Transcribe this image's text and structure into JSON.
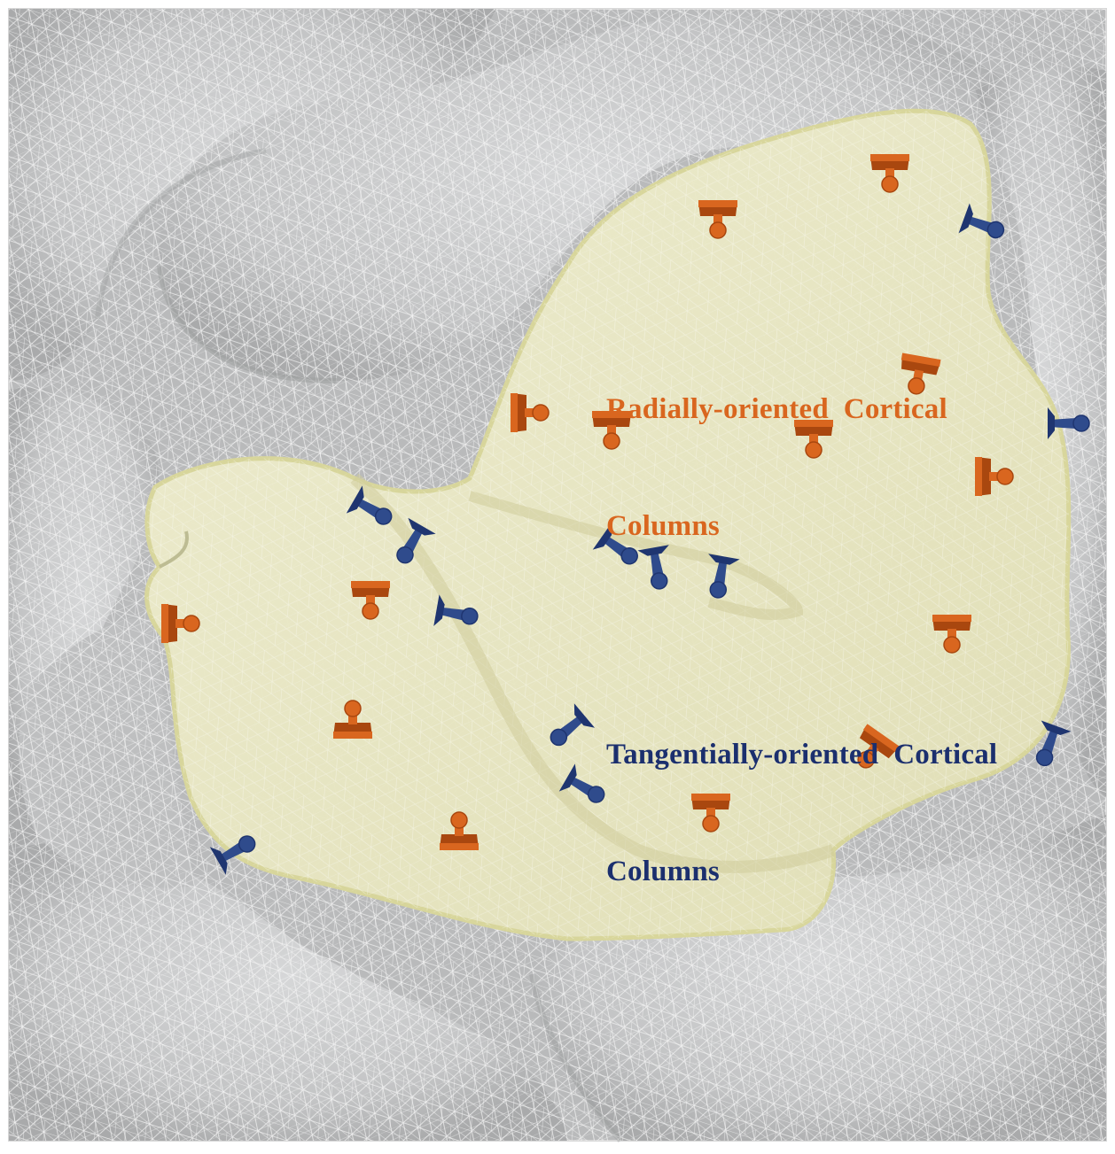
{
  "figure": {
    "colors": {
      "background": "#ffffff",
      "frame": "#d8d8d8",
      "cortex_surface": "#c9cacb",
      "mesh_lines": "#ffffff",
      "patch_fill": "#e9e8c4",
      "patch_edge": "#d9d79a",
      "radial_column": "#d9661f",
      "radial_column_dark": "#a9470f",
      "tangential_column": "#2f4b8c",
      "tangential_column_dark": "#1f3570"
    },
    "icons": {
      "radial": "radial-column-icon",
      "tangential": "tangential-column-icon"
    }
  },
  "labels": {
    "radial": {
      "line1": "Radially-oriented  Cortical",
      "line2": "Columns",
      "color": "#d9661f"
    },
    "tangential": {
      "line1": "Tangentially-oriented  Cortical",
      "line2": "Columns",
      "color": "#1b2f6e"
    }
  }
}
